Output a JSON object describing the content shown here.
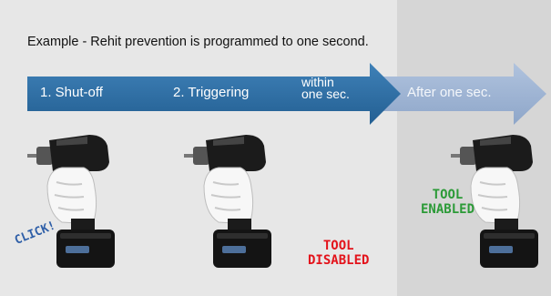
{
  "caption": "Example - Rehit prevention is programmed to one second.",
  "steps": [
    {
      "label": "1. Shut-off"
    },
    {
      "label": "2. Triggering"
    },
    {
      "line1": "within",
      "line2": "one sec."
    },
    {
      "label": "After one sec."
    }
  ],
  "status": {
    "disabled_line1": "TOOL",
    "disabled_line2": "DISABLED",
    "enabled_line1": "TOOL",
    "enabled_line2": "ENABLED"
  },
  "click_text": "CLICK!",
  "colors": {
    "arrow_dark": "#2f6fa6",
    "arrow_light": "#9fb4d3",
    "disabled": "#e3131b",
    "enabled": "#2b9a37",
    "click": "#2f5fa8"
  },
  "icons": [
    "power-drill-icon",
    "gloved-hand-icon"
  ]
}
